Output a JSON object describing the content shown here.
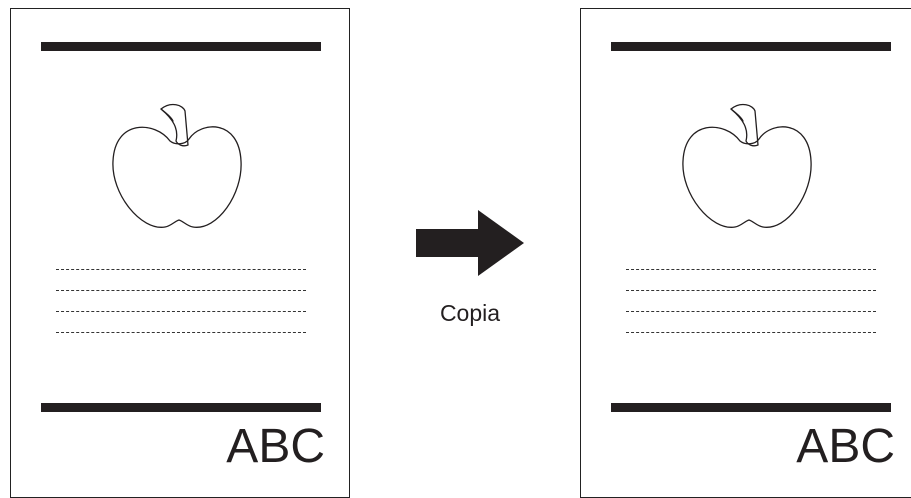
{
  "pages": [
    {
      "role": "original",
      "corner_text": "ABC"
    },
    {
      "role": "copy",
      "corner_text": "ABC"
    }
  ],
  "arrow": {
    "label": "Copia"
  },
  "colors": {
    "ink": "#231f20",
    "paper": "#ffffff"
  },
  "icons": {
    "page_picture": "apple-icon",
    "direction": "right-arrow-icon"
  }
}
